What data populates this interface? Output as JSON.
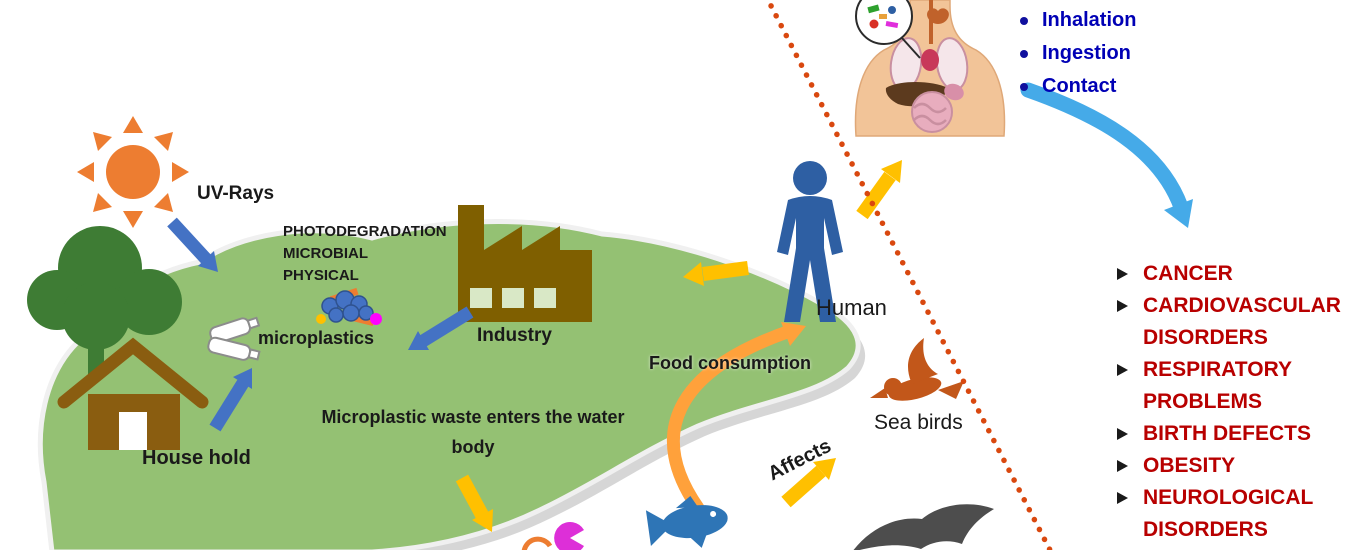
{
  "diagram": {
    "labels": {
      "uv_rays": "UV-Rays",
      "degradation": [
        "PHOTODEGRADATION",
        "MICROBIAL",
        "PHYSICAL"
      ],
      "microplastics": "microplastics",
      "industry": "Industry",
      "household": "House hold",
      "waste_entry": "Microplastic waste enters the water body",
      "food_consumption": "Food consumption",
      "human": "Human",
      "sea_birds": "Sea birds",
      "affects": "Affects"
    },
    "exposure_routes": {
      "items": [
        {
          "label": "Inhalation"
        },
        {
          "label": "Ingestion"
        },
        {
          "label": "Contact"
        }
      ]
    },
    "health_effects": {
      "items": [
        {
          "label": "CANCER"
        },
        {
          "label": "CARDIOVASCULAR DISORDERS"
        },
        {
          "label": "RESPIRATORY PROBLEMS"
        },
        {
          "label": "BIRTH DEFECTS"
        },
        {
          "label": "OBESITY"
        },
        {
          "label": "NEUROLOGICAL DISORDERS"
        }
      ]
    },
    "colors": {
      "sun": "#ED7D31",
      "tree": "#3E7C34",
      "house": "#8A5D10",
      "factory": "#7F5F00",
      "land": "#94C173",
      "blue_arrow": "#4472C4",
      "yellow_arrow": "#FFC000",
      "food_arrow": "#FFA13B",
      "human_figure": "#2E5FA3",
      "fish": "#2E75B6",
      "sea_bird": "#C2571A",
      "swoosh": "#45AAE8",
      "divider": "#D9480F",
      "exposure_text": "#0000B5",
      "health_text": "#B80000"
    }
  }
}
